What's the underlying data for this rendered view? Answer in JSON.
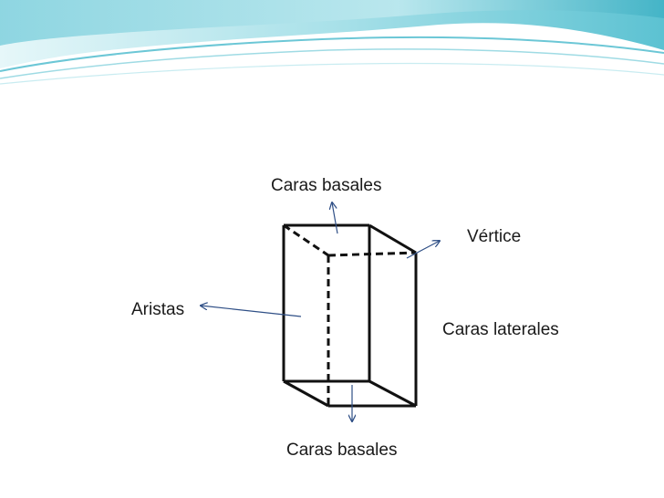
{
  "labels": {
    "top_basal_faces": "Caras basales",
    "vertex": "Vértice",
    "edges": "Aristas",
    "lateral_faces": "Caras laterales",
    "bottom_basal_faces": "Caras basales"
  },
  "colors": {
    "wave_light": "#cdeef2",
    "wave_mid": "#7dd0dc",
    "wave_dark": "#3fb3c6",
    "arrow": "#2f4f86",
    "prism_edge": "#111111",
    "label_text": "#1a1a1a"
  }
}
